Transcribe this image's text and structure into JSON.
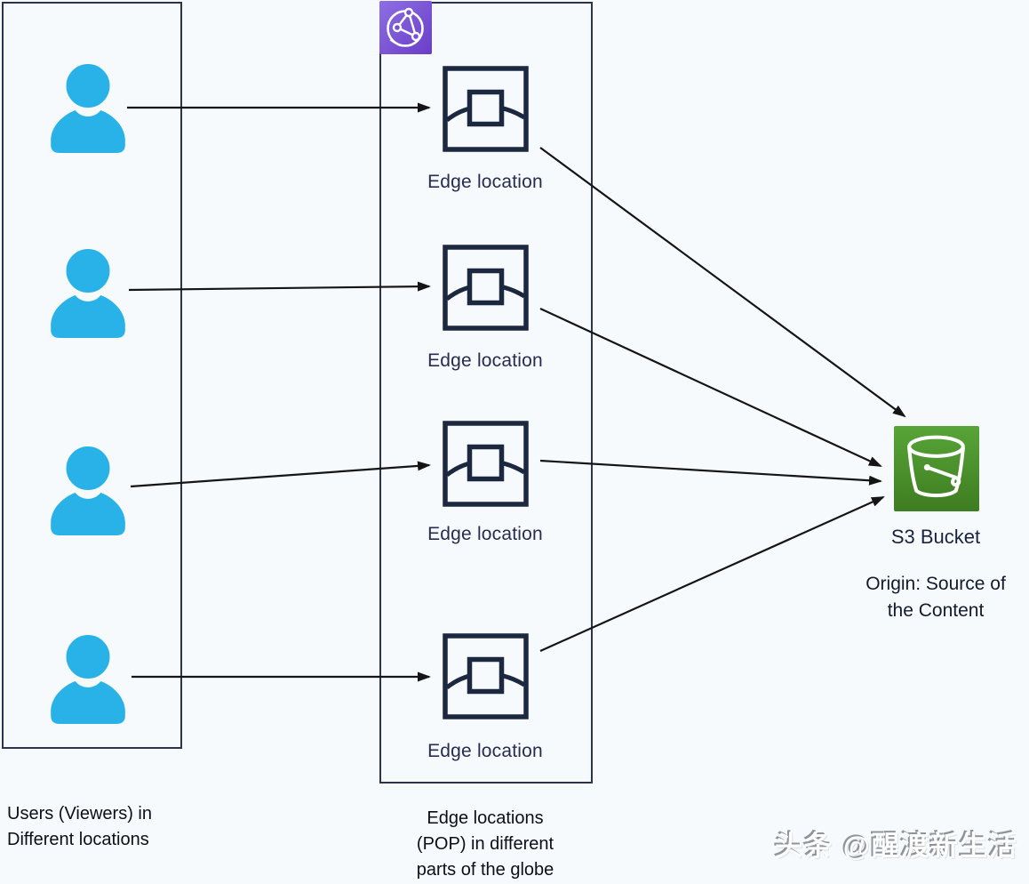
{
  "diagram": {
    "users_panel": {
      "caption_line1": "Users (Viewers) in",
      "caption_line2": "Different locations",
      "users": [
        {
          "icon": "user-icon"
        },
        {
          "icon": "user-icon"
        },
        {
          "icon": "user-icon"
        },
        {
          "icon": "user-icon"
        }
      ]
    },
    "edge_panel": {
      "header_icon": "cloudfront-globe-icon",
      "items": [
        {
          "label": "Edge location"
        },
        {
          "label": "Edge location"
        },
        {
          "label": "Edge location"
        },
        {
          "label": "Edge location"
        }
      ],
      "caption_line1": "Edge locations",
      "caption_line2": "(POP)  in different",
      "caption_line3": "parts of the globe"
    },
    "origin_panel": {
      "icon": "s3-bucket-icon",
      "label": "S3 Bucket",
      "caption_line1": "Origin: Source of",
      "caption_line2": "the Content"
    },
    "watermark": "头条 @醒渡新生活",
    "colors": {
      "user_icon": "#29b2e8",
      "cloudfront_purple": "#7a4fd8",
      "s3_green": "#4d9630",
      "stroke_navy": "#1c2840",
      "arrow": "#151515"
    }
  }
}
